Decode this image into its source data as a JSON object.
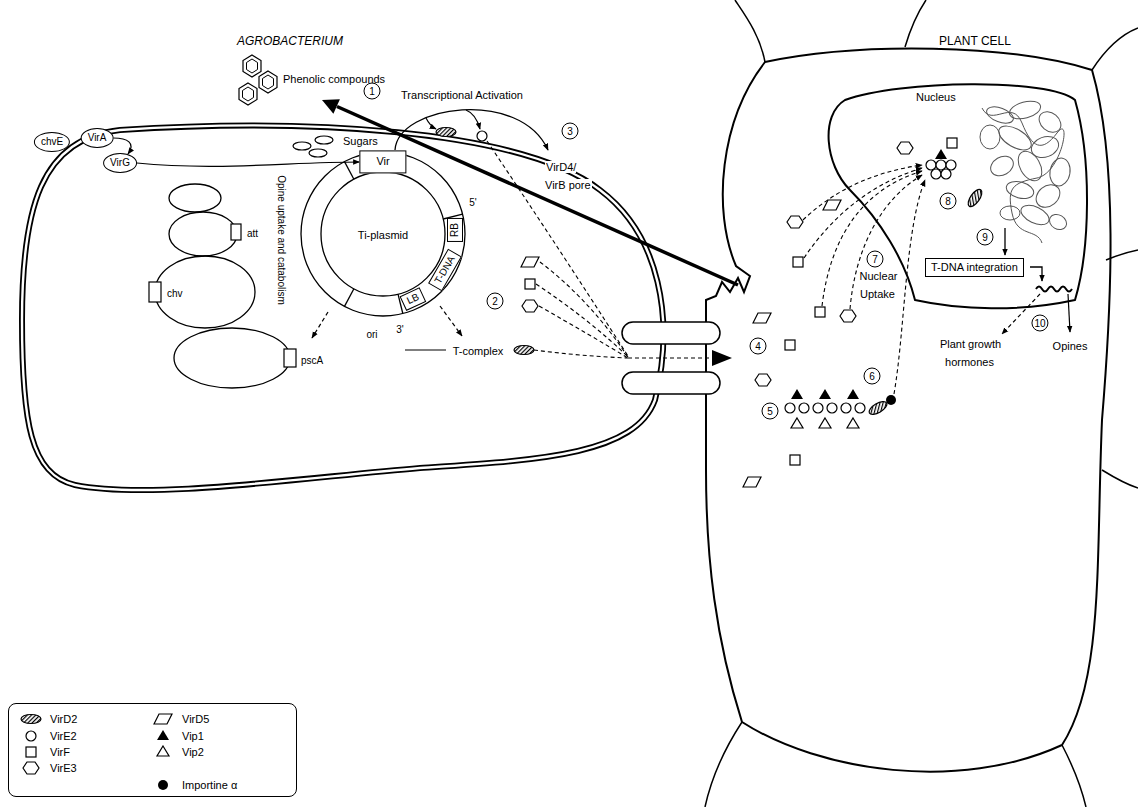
{
  "diagram": {
    "nodes": [
      {
        "text": [
          "chvE"
        ]
      },
      {
        "text": [
          "VirA"
        ]
      },
      {
        "text": [
          "VirG"
        ]
      },
      {
        "text": [
          "Vir"
        ]
      },
      {
        "text": [
          "RB"
        ]
      },
      {
        "text": [
          "T-DNA"
        ]
      },
      {
        "text": [
          "LB"
        ]
      },
      {
        "text": [
          "Nucleus"
        ]
      },
      {
        "text": [
          "T-DNA integration"
        ],
        "in": 7
      }
    ],
    "edges": [
      {
        "from": 1,
        "to": 2,
        "arrow": "to"
      },
      {
        "from": 2,
        "to": 3,
        "arrow": "to"
      }
    ],
    "labels": [
      "AGROBACTERIUM",
      "PLANT CELL",
      "Phenolic compounds",
      "Sugars",
      "chv",
      "att",
      "pscA",
      "Ti-plasmid",
      "5'",
      "3'",
      "ori",
      "Opine uptake and catabolism",
      "1",
      "Transcriptional Activation",
      "3",
      "VirD4/ VirB pore",
      "2",
      "T-complex",
      "4",
      "5",
      "6",
      "7",
      "Nuclear Uptake",
      "8",
      "9",
      "10",
      "Plant growth hormones",
      "Opines"
    ],
    "legend": [
      {
        "text": "VirD2"
      },
      {
        "text": "VirE2"
      },
      {
        "text": "VirF"
      },
      {
        "text": "VirE3"
      },
      {
        "text": "VirD5"
      },
      {
        "text": "Vip1"
      },
      {
        "text": "Vip2"
      },
      {
        "text": "Importine α"
      }
    ]
  }
}
